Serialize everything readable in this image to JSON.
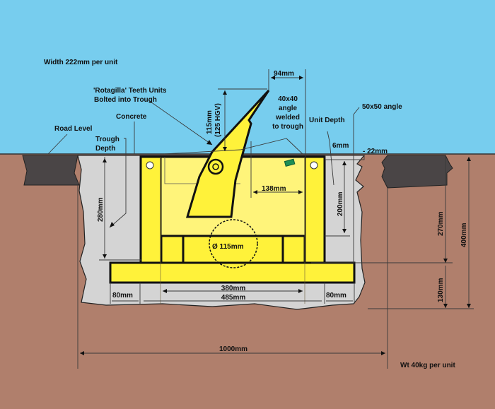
{
  "diagram": {
    "title": "Width 222mm per unit",
    "weight": "Wt 40kg per unit",
    "colors": {
      "sky": "#77cdee",
      "soil": "#b07f6c",
      "road": "#4a4546",
      "concrete": "#d4d4d4",
      "trough_yellow": "#fff23a",
      "trough_inner": "#fff47a",
      "outline": "#111111",
      "green_marker": "#1e8f55"
    },
    "callouts": {
      "rotagilla_line1": "'Rotagilla' Teeth Units",
      "rotagilla_line2": "Bolted into Trough",
      "concrete": "Concrete",
      "road_level": "Road Level",
      "trough_depth_line1": "Trough",
      "trough_depth_line2": "Depth",
      "angle_40_line1": "40x40",
      "angle_40_line2": "angle",
      "angle_40_line3": "welded",
      "angle_40_line4": "to trough",
      "unit_depth": "Unit Depth",
      "angle_50": "50x50 angle"
    },
    "dimensions": {
      "d94": "94mm",
      "d115_rise": "115mm",
      "d115_hgv": "(125 HGV)",
      "d6": "6mm",
      "d22": "- 22mm",
      "d138": "138mm",
      "d280": "280mm",
      "d200": "200mm",
      "d270": "270mm",
      "d400": "400mm",
      "d130": "130mm",
      "d115_dia": "Ø 115mm",
      "d80_left": "80mm",
      "d380": "380mm",
      "d485": "485mm",
      "d80_right": "80mm",
      "d1000": "1000mm"
    }
  }
}
